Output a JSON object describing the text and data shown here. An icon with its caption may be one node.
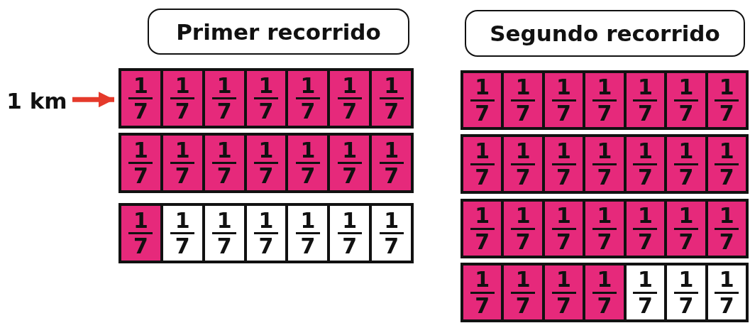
{
  "diagram": {
    "nodes": [
      {
        "text": [
          "Primer recorrido"
        ]
      },
      {
        "text": [
          "Segundo recorrido"
        ]
      },
      {
        "text": [
          "1 km"
        ]
      },
      {
        "text": [],
        "shape": "bar"
      },
      {
        "text": [
          "1",
          "7"
        ],
        "in": 3
      },
      {
        "text": [
          "1",
          "7"
        ],
        "in": 3
      },
      {
        "text": [
          "1",
          "7"
        ],
        "in": 3
      },
      {
        "text": [
          "1",
          "7"
        ],
        "in": 3
      },
      {
        "text": [
          "1",
          "7"
        ],
        "in": 3
      },
      {
        "text": [
          "1",
          "7"
        ],
        "in": 3
      },
      {
        "text": [
          "1",
          "7"
        ],
        "in": 3
      },
      {
        "text": [],
        "shape": "bar"
      },
      {
        "text": [
          "1",
          "7"
        ],
        "in": 11
      },
      {
        "text": [
          "1",
          "7"
        ],
        "in": 11
      },
      {
        "text": [
          "1",
          "7"
        ],
        "in": 11
      },
      {
        "text": [
          "1",
          "7"
        ],
        "in": 11
      },
      {
        "text": [
          "1",
          "7"
        ],
        "in": 11
      },
      {
        "text": [
          "1",
          "7"
        ],
        "in": 11
      },
      {
        "text": [
          "1",
          "7"
        ],
        "in": 11
      },
      {
        "text": [],
        "shape": "bar"
      },
      {
        "text": [
          "1",
          "7"
        ],
        "in": 19
      },
      {
        "text": [
          "1",
          "7"
        ],
        "in": 19
      },
      {
        "text": [
          "1",
          "7"
        ],
        "in": 19
      },
      {
        "text": [
          "1",
          "7"
        ],
        "in": 19
      },
      {
        "text": [
          "1",
          "7"
        ],
        "in": 19
      },
      {
        "text": [
          "1",
          "7"
        ],
        "in": 19
      },
      {
        "text": [
          "1",
          "7"
        ],
        "in": 19
      },
      {
        "text": [],
        "shape": "bar"
      },
      {
        "text": [
          "1",
          "7"
        ],
        "in": 27
      },
      {
        "text": [
          "1",
          "7"
        ],
        "in": 27
      },
      {
        "text": [
          "1",
          "7"
        ],
        "in": 27
      },
      {
        "text": [
          "1",
          "7"
        ],
        "in": 27
      },
      {
        "text": [
          "1",
          "7"
        ],
        "in": 27
      },
      {
        "text": [
          "1",
          "7"
        ],
        "in": 27
      },
      {
        "text": [
          "1",
          "7"
        ],
        "in": 27
      },
      {
        "text": [],
        "shape": "bar"
      },
      {
        "text": [
          "1",
          "7"
        ],
        "in": 35
      },
      {
        "text": [
          "1",
          "7"
        ],
        "in": 35
      },
      {
        "text": [
          "1",
          "7"
        ],
        "in": 35
      },
      {
        "text": [
          "1",
          "7"
        ],
        "in": 35
      },
      {
        "text": [
          "1",
          "7"
        ],
        "in": 35
      },
      {
        "text": [
          "1",
          "7"
        ],
        "in": 35
      },
      {
        "text": [
          "1",
          "7"
        ],
        "in": 35
      },
      {
        "text": [],
        "shape": "bar"
      },
      {
        "text": [
          "1",
          "7"
        ],
        "in": 43
      },
      {
        "text": [
          "1",
          "7"
        ],
        "in": 43
      },
      {
        "text": [
          "1",
          "7"
        ],
        "in": 43
      },
      {
        "text": [
          "1",
          "7"
        ],
        "in": 43
      },
      {
        "text": [
          "1",
          "7"
        ],
        "in": 43
      },
      {
        "text": [
          "1",
          "7"
        ],
        "in": 43
      },
      {
        "text": [
          "1",
          "7"
        ],
        "in": 43
      },
      {
        "text": [],
        "shape": "bar"
      },
      {
        "text": [
          "1",
          "7"
        ],
        "in": 51
      },
      {
        "text": [
          "1",
          "7"
        ],
        "in": 51
      },
      {
        "text": [
          "1",
          "7"
        ],
        "in": 51
      },
      {
        "text": [
          "1",
          "7"
        ],
        "in": 51
      },
      {
        "text": [
          "1",
          "7"
        ],
        "in": 51
      },
      {
        "text": [
          "1",
          "7"
        ],
        "in": 51
      },
      {
        "text": [
          "1",
          "7"
        ],
        "in": 51
      }
    ],
    "edges": [
      {
        "from": 2,
        "to": 3,
        "arrow": "to",
        "color": "#e53a2b"
      }
    ]
  }
}
